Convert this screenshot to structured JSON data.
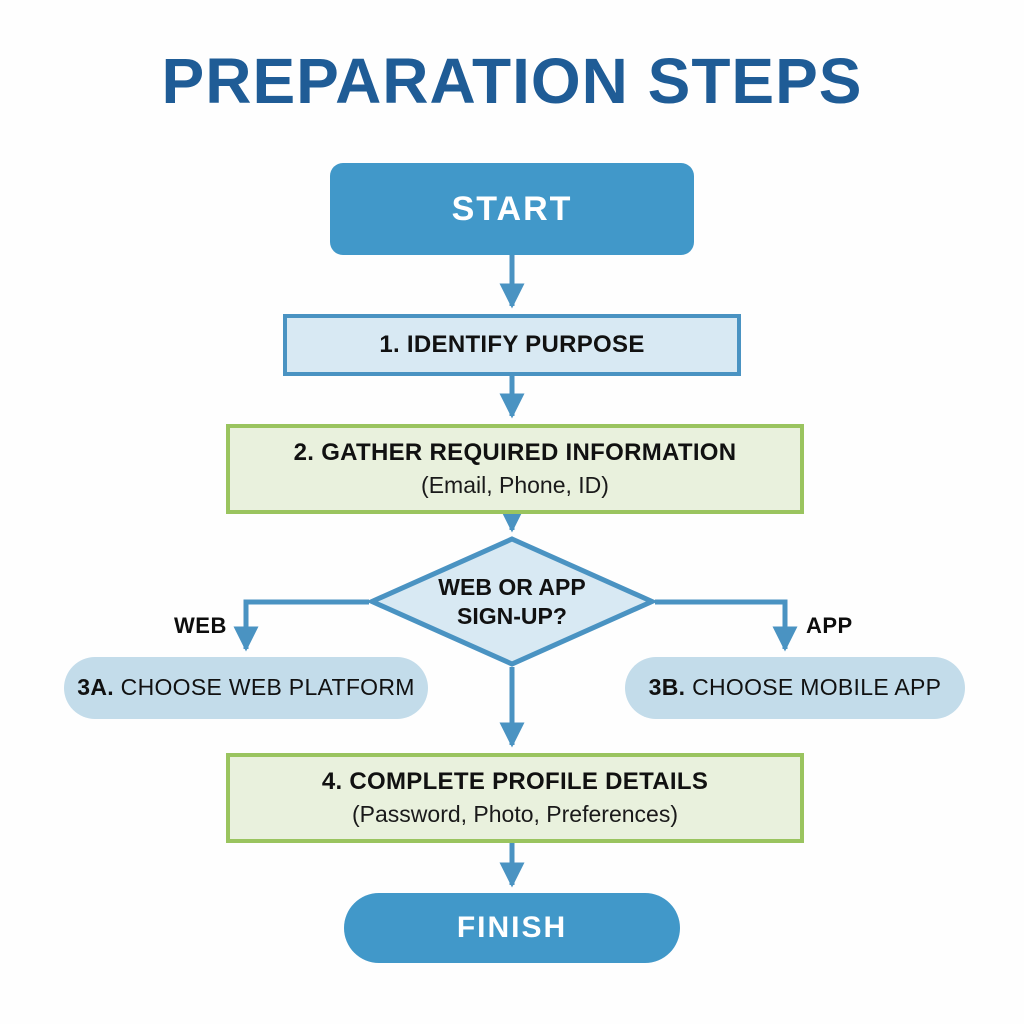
{
  "title": "PREPARATION STEPS",
  "theme": {
    "background": "#fefefe",
    "title_color": "#1f5c96",
    "terminator_fill": "#4198c9",
    "process_blue_fill": "#d8e9f3",
    "process_blue_border": "#4a93c2",
    "process_green_fill": "#e9f1dd",
    "process_green_border": "#9ac45f",
    "pill_fill": "#c3dcea",
    "connector_color": "#4a93c2",
    "text_color": "#111111"
  },
  "nodes": {
    "start": {
      "label": "START",
      "shape": "terminator"
    },
    "step1": {
      "label": "1. IDENTIFY PURPOSE",
      "shape": "process"
    },
    "step2": {
      "label": "2. GATHER REQUIRED INFORMATION",
      "sublabel": "(Email, Phone, ID)",
      "shape": "process"
    },
    "decision": {
      "line1": "WEB OR APP",
      "line2": "SIGN-UP?",
      "shape": "decision"
    },
    "step3a": {
      "number": "3A.",
      "label": "CHOOSE WEB PLATFORM",
      "shape": "pill"
    },
    "step3b": {
      "number": "3B.",
      "label": "CHOOSE MOBILE APP",
      "shape": "pill"
    },
    "step4": {
      "label": "4. COMPLETE PROFILE DETAILS",
      "sublabel": "(Password, Photo, Preferences)",
      "shape": "process"
    },
    "finish": {
      "label": "FINISH",
      "shape": "terminator"
    }
  },
  "branch_labels": {
    "left": "WEB",
    "right": "APP"
  },
  "chart_data": {
    "type": "diagram",
    "diagram_kind": "flowchart",
    "title": "PREPARATION STEPS",
    "orientation": "top-to-bottom",
    "nodes": [
      {
        "id": "start",
        "text": "START",
        "shape": "rounded-rect-terminator"
      },
      {
        "id": "step1",
        "text": "1. IDENTIFY PURPOSE",
        "shape": "rectangle"
      },
      {
        "id": "step2",
        "text": "2. GATHER REQUIRED INFORMATION (Email, Phone, ID)",
        "shape": "rectangle"
      },
      {
        "id": "decision",
        "text": "WEB OR APP SIGN-UP?",
        "shape": "diamond"
      },
      {
        "id": "step3a",
        "text": "3A. CHOOSE WEB PLATFORM",
        "shape": "pill"
      },
      {
        "id": "step3b",
        "text": "3B. CHOOSE MOBILE APP",
        "shape": "pill"
      },
      {
        "id": "step4",
        "text": "4. COMPLETE PROFILE DETAILS (Password, Photo, Preferences)",
        "shape": "rectangle"
      },
      {
        "id": "finish",
        "text": "FINISH",
        "shape": "pill-terminator"
      }
    ],
    "edges": [
      {
        "from": "start",
        "to": "step1",
        "label": ""
      },
      {
        "from": "step1",
        "to": "step2",
        "label": ""
      },
      {
        "from": "step2",
        "to": "decision",
        "label": ""
      },
      {
        "from": "decision",
        "to": "step3a",
        "label": "WEB"
      },
      {
        "from": "decision",
        "to": "step3b",
        "label": "APP"
      },
      {
        "from": "decision",
        "to": "step4",
        "label": ""
      },
      {
        "from": "step4",
        "to": "finish",
        "label": ""
      }
    ]
  }
}
